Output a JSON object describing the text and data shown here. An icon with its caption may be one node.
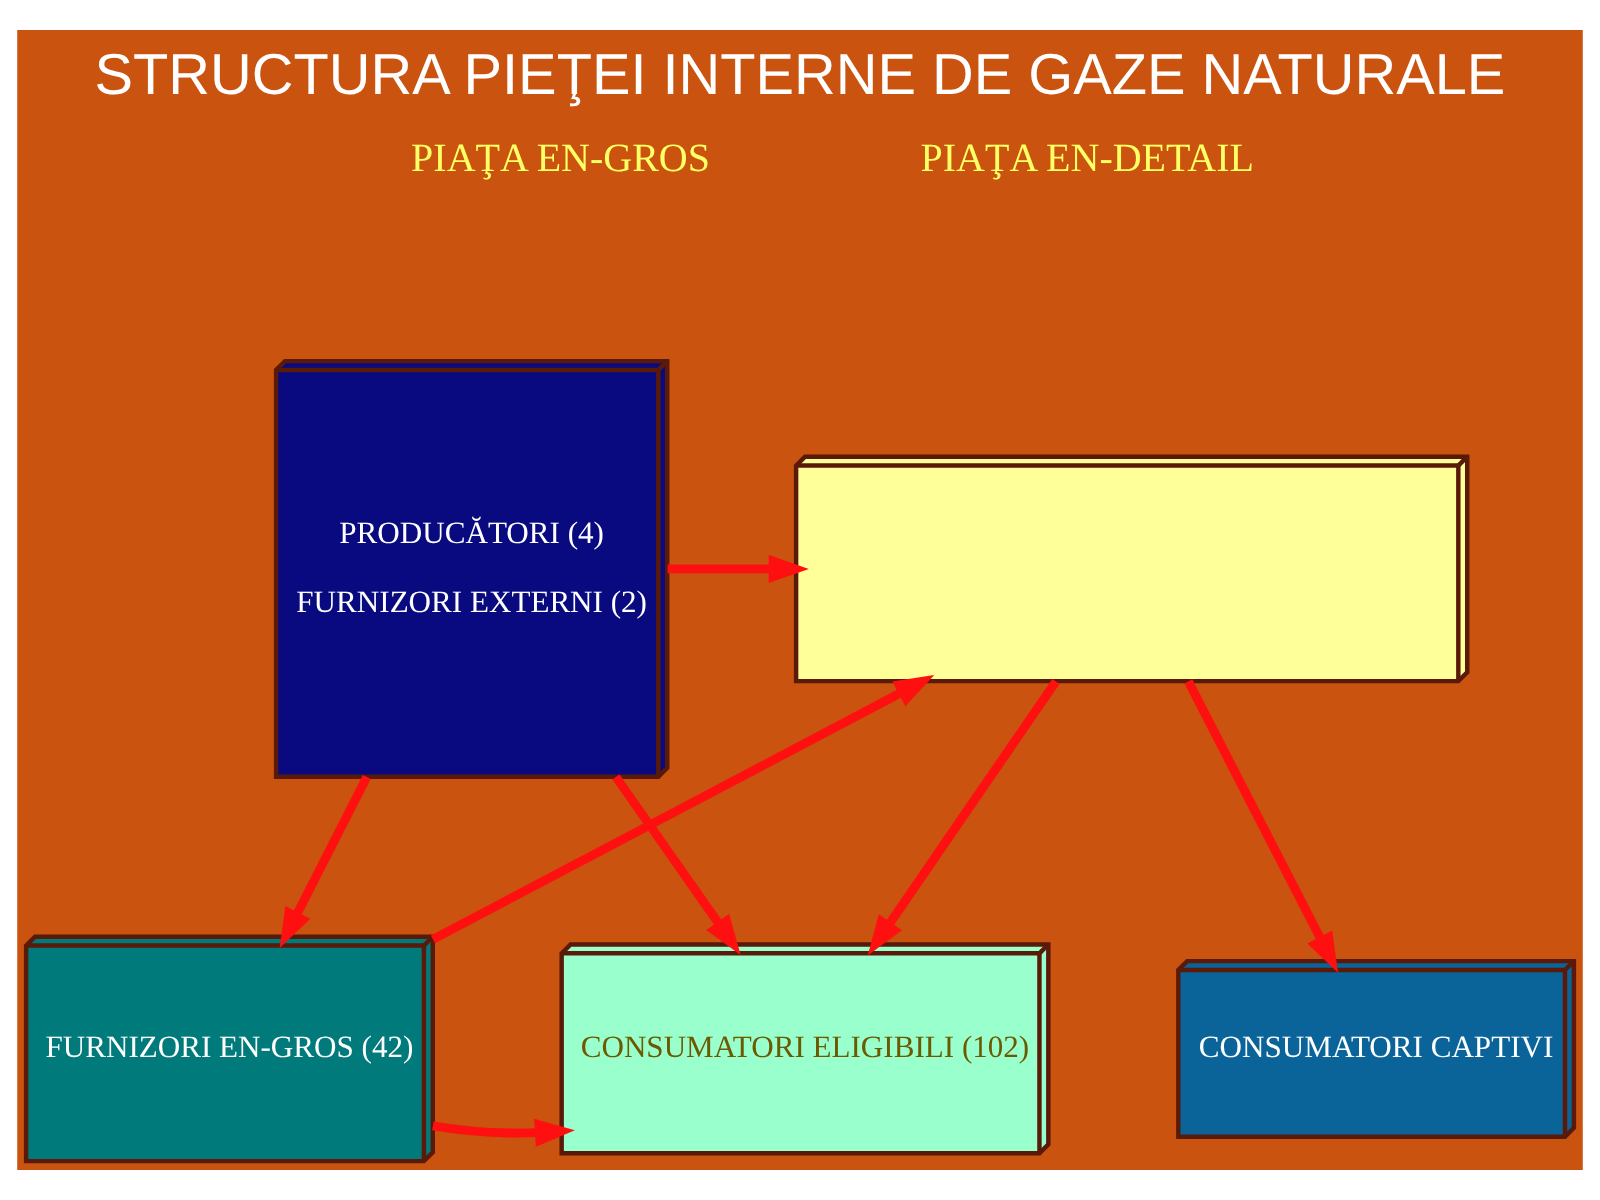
{
  "diagram": {
    "title": "STRUCTURA PIEŢEI INTERNE DE GAZE NATURALE",
    "nodes": [
      {
        "text": [
          "PRODUCĂTORI (4)",
          "FURNIZORI EXTERNI (2)"
        ]
      },
      {
        "text": [],
        "shape": "box"
      },
      {
        "text": [
          "FURNIZORI EN-GROS (42)"
        ]
      },
      {
        "text": [
          "CONSUMATORI ELIGIBILI (102)"
        ]
      },
      {
        "text": [
          "CONSUMATORI CAPTIVI"
        ]
      }
    ],
    "edges": [
      {
        "from": 0,
        "to": 1,
        "arrow": "to"
      },
      {
        "from": 0,
        "to": 3,
        "arrow": "to"
      },
      {
        "from": 0,
        "to": 2,
        "arrow": "to"
      },
      {
        "from": 2,
        "to": 1,
        "arrow": "to"
      },
      {
        "from": 2,
        "to": 3,
        "arrow": "to"
      },
      {
        "from": 1,
        "to": 3,
        "arrow": "to"
      },
      {
        "from": 1,
        "to": 4,
        "arrow": "to"
      }
    ],
    "labels": [
      "PIAŢA EN-GROS",
      "PIAŢA EN-DETAIL"
    ]
  }
}
